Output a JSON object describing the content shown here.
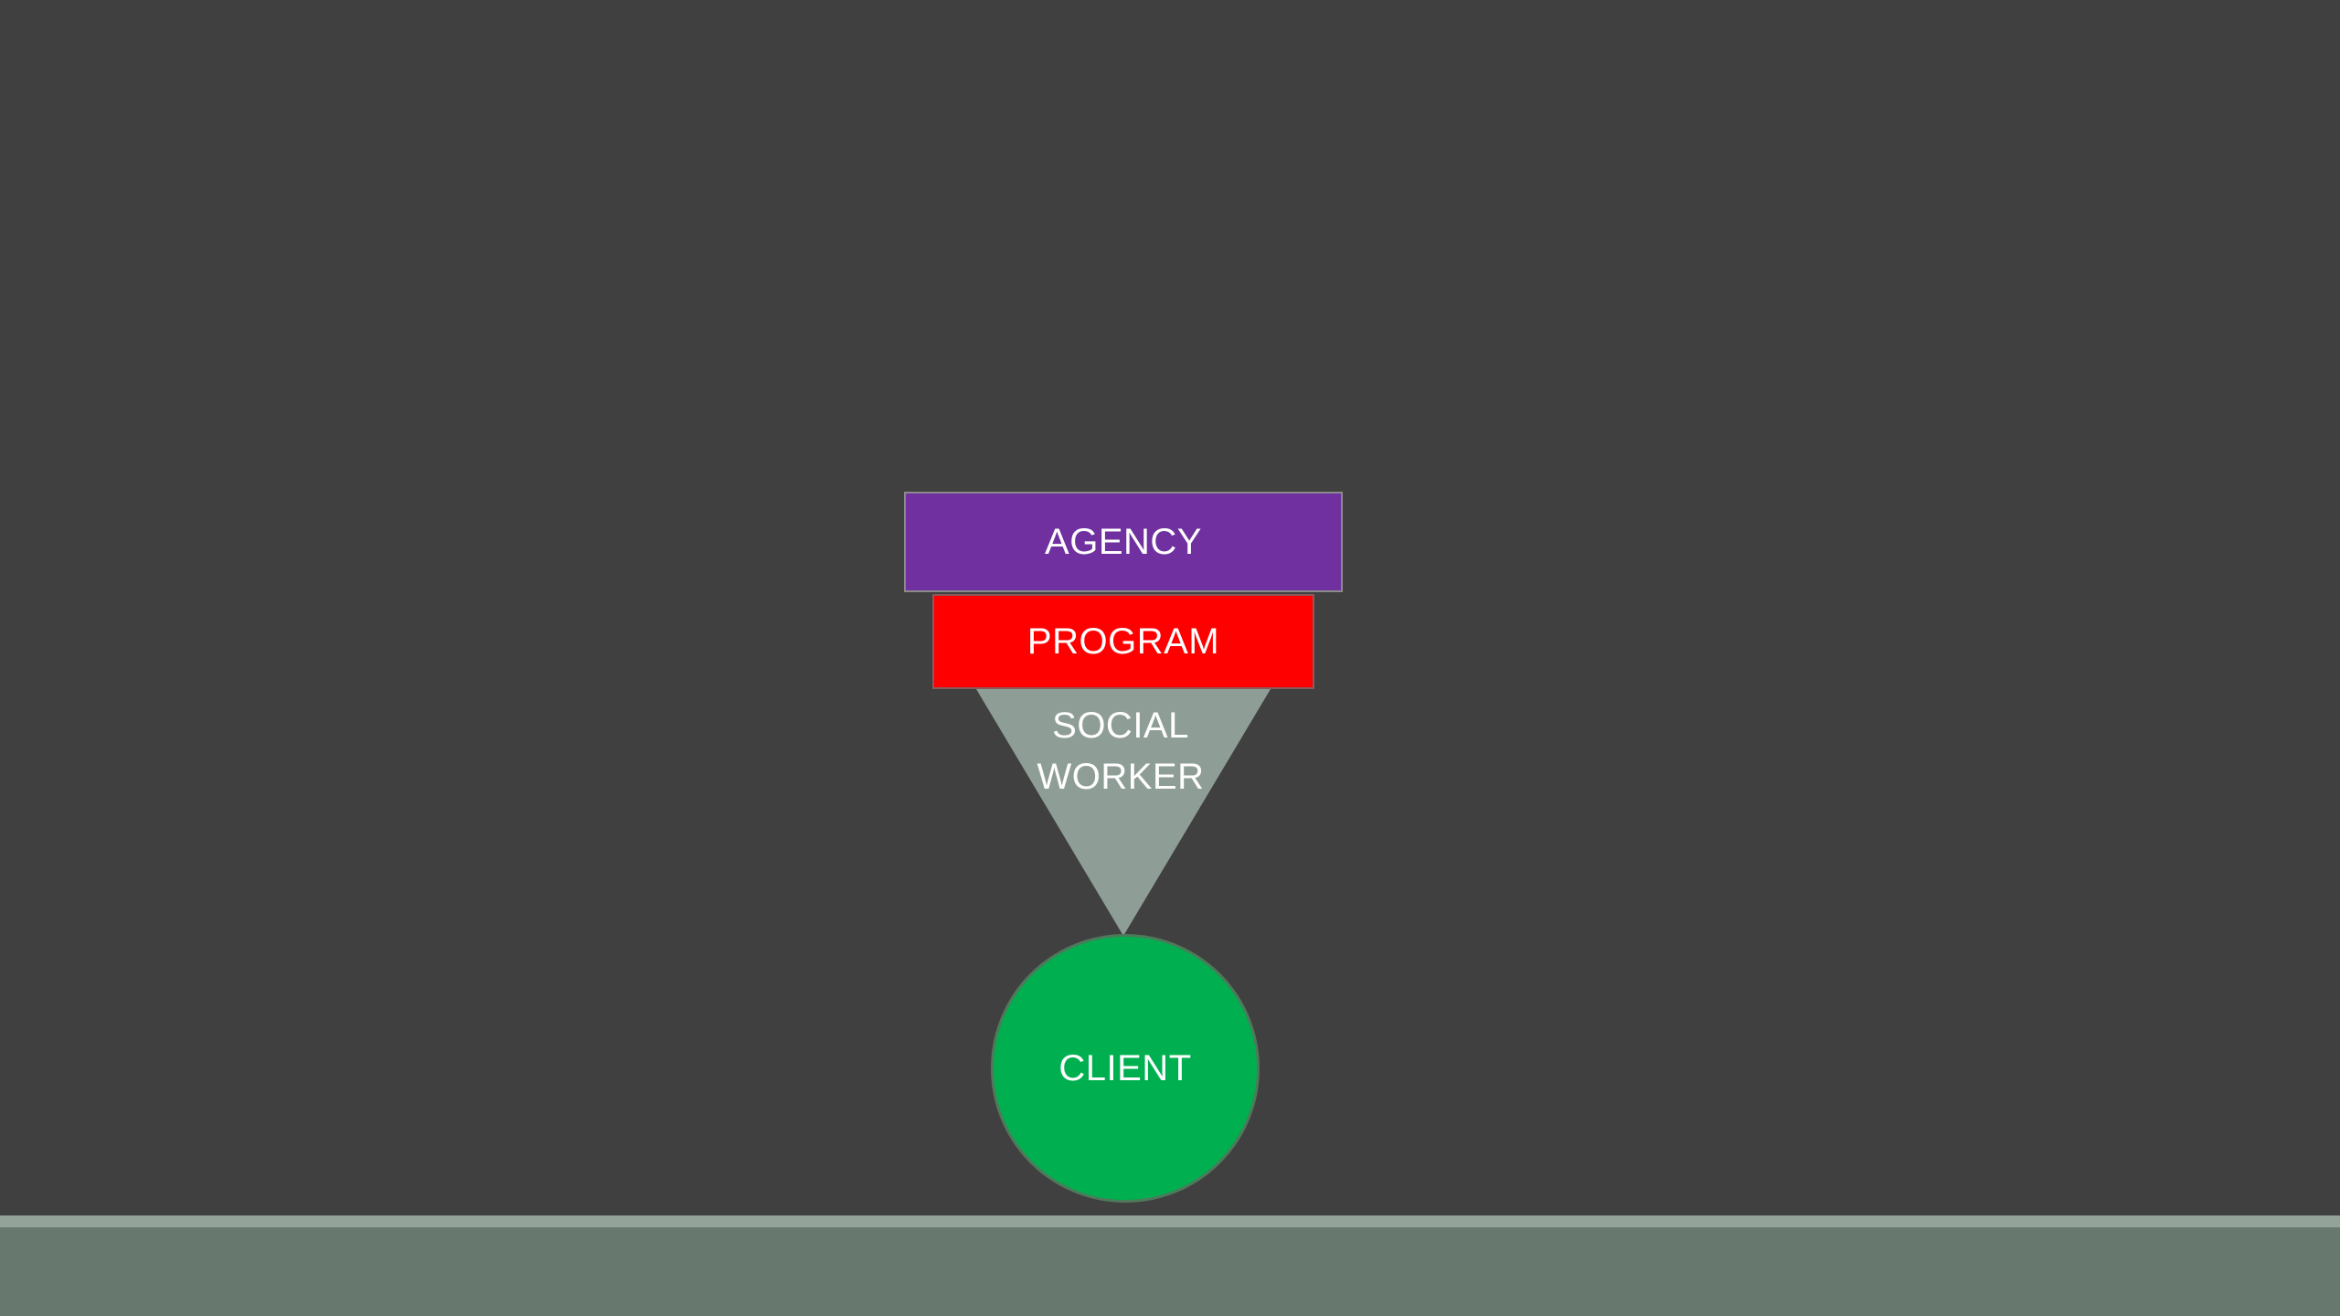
{
  "diagram": {
    "agency": {
      "label": "AGENCY",
      "color": "#7030a0"
    },
    "program": {
      "label": "PROGRAM",
      "color": "#ff0000"
    },
    "social_worker": {
      "label_line1": "SOCIAL",
      "label_line2": "WORKER",
      "color": "#8e9e97"
    },
    "client": {
      "label": "CLIENT",
      "color": "#00b050"
    },
    "ground": {
      "color": "#67796e",
      "edge_color": "#93a399"
    }
  }
}
